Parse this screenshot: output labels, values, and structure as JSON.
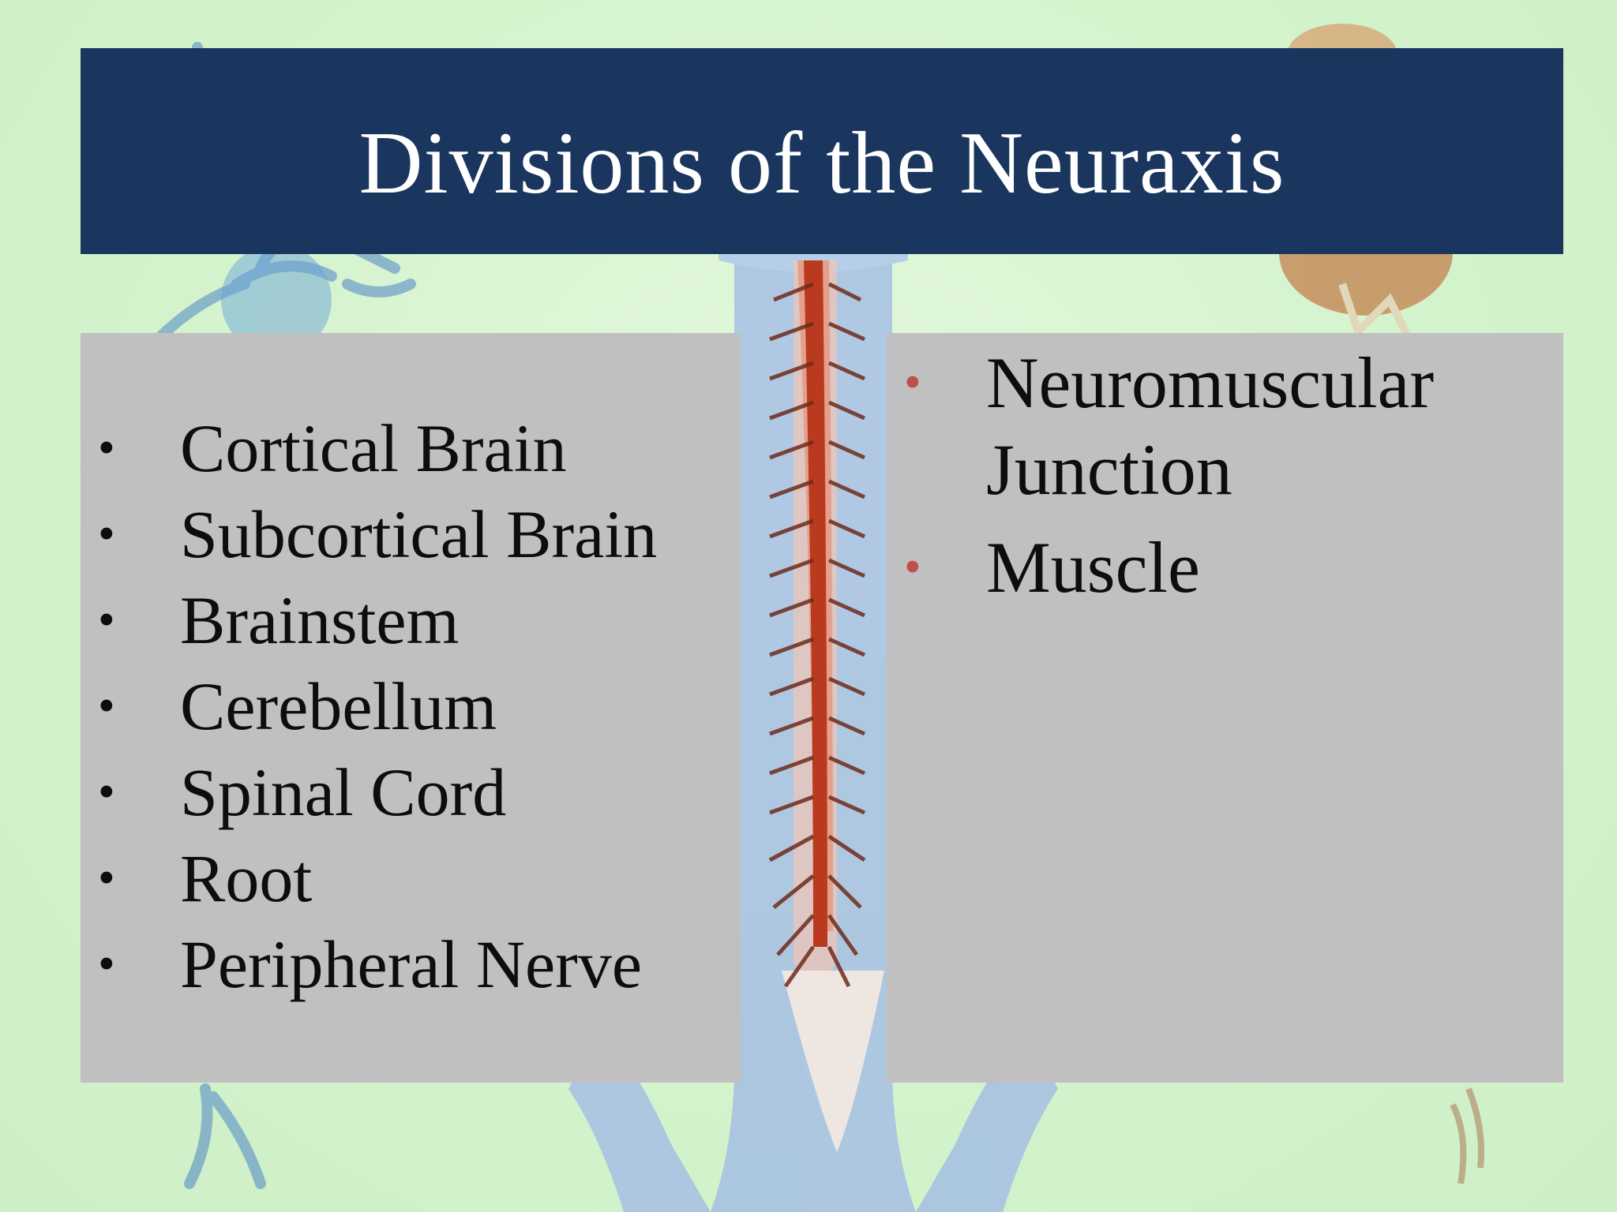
{
  "slide": {
    "title": "Divisions of the Neuraxis",
    "left_list": {
      "bullet_glyph": "•",
      "items": [
        "Cortical Brain",
        "Subcortical Brain",
        "Brainstem",
        "Cerebellum",
        "Spinal Cord",
        "Root",
        "Peripheral Nerve"
      ]
    },
    "right_list": {
      "bullet_glyph": "•",
      "items": [
        "Neuromuscular Junction",
        "Muscle"
      ]
    }
  },
  "colors": {
    "title_bar": "#1b365e",
    "title_text": "#ffffff",
    "panel": "#c1c0c0",
    "background": "#d6f5cf",
    "right_bullet": "#c0504d",
    "body_text": "#0d0d0d"
  },
  "background_art": {
    "description_icons": [
      "neuron-icon",
      "spinal-cord-icon",
      "human-silhouette-icon",
      "muscle-icon"
    ]
  }
}
